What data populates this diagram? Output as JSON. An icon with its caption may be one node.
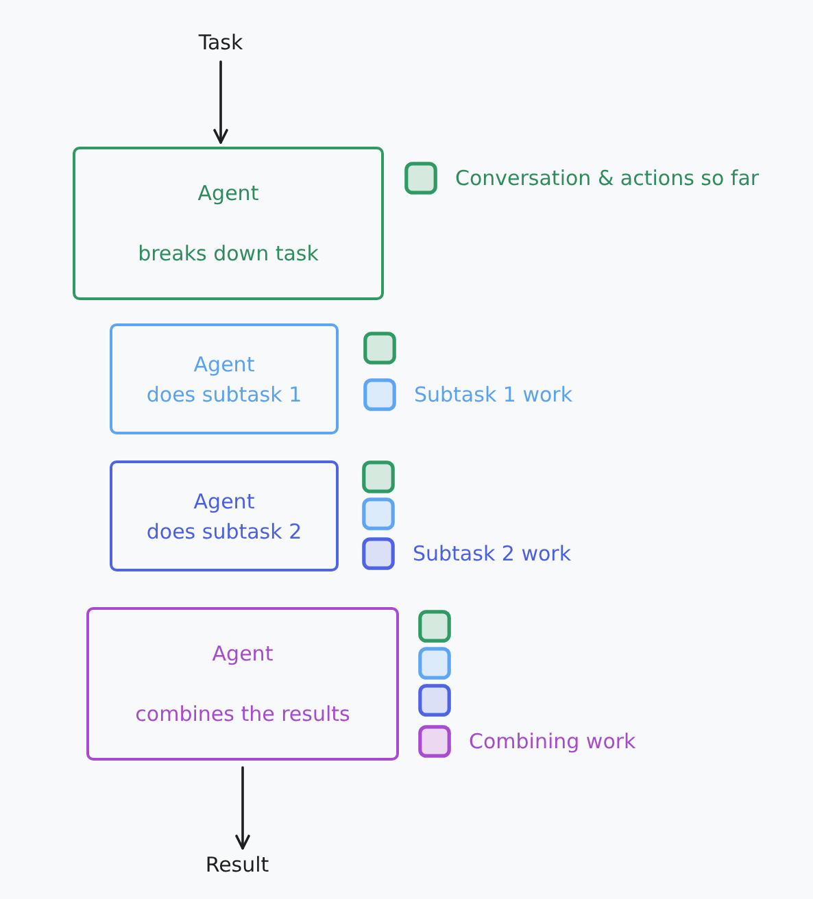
{
  "diagram": {
    "nodes": [
      {
        "text": [
          "Task"
        ]
      },
      {
        "text": [
          "Agent",
          "breaks down task"
        ]
      },
      {
        "text": [],
        "shape": "box",
        "beside": [
          "Conversation & actions so far"
        ]
      },
      {
        "text": [
          "Agent",
          "does subtask 1"
        ]
      },
      {
        "text": [],
        "shape": "box"
      },
      {
        "text": [],
        "shape": "box",
        "beside": [
          "Subtask 1 work"
        ]
      },
      {
        "text": [
          "Agent",
          "does subtask 2"
        ]
      },
      {
        "text": [],
        "shape": "box"
      },
      {
        "text": [],
        "shape": "box"
      },
      {
        "text": [],
        "shape": "box",
        "beside": [
          "Subtask 2 work"
        ]
      },
      {
        "text": [
          "Agent",
          "combines the results"
        ]
      },
      {
        "text": [],
        "shape": "box"
      },
      {
        "text": [],
        "shape": "box"
      },
      {
        "text": [],
        "shape": "box"
      },
      {
        "text": [],
        "shape": "box",
        "beside": [
          "Combining work"
        ]
      },
      {
        "text": [
          "Result"
        ]
      }
    ],
    "edges": [
      {
        "from": 0,
        "to": 1,
        "arrow": "to"
      },
      {
        "from": 10,
        "to": 15,
        "arrow": "to"
      }
    ]
  }
}
